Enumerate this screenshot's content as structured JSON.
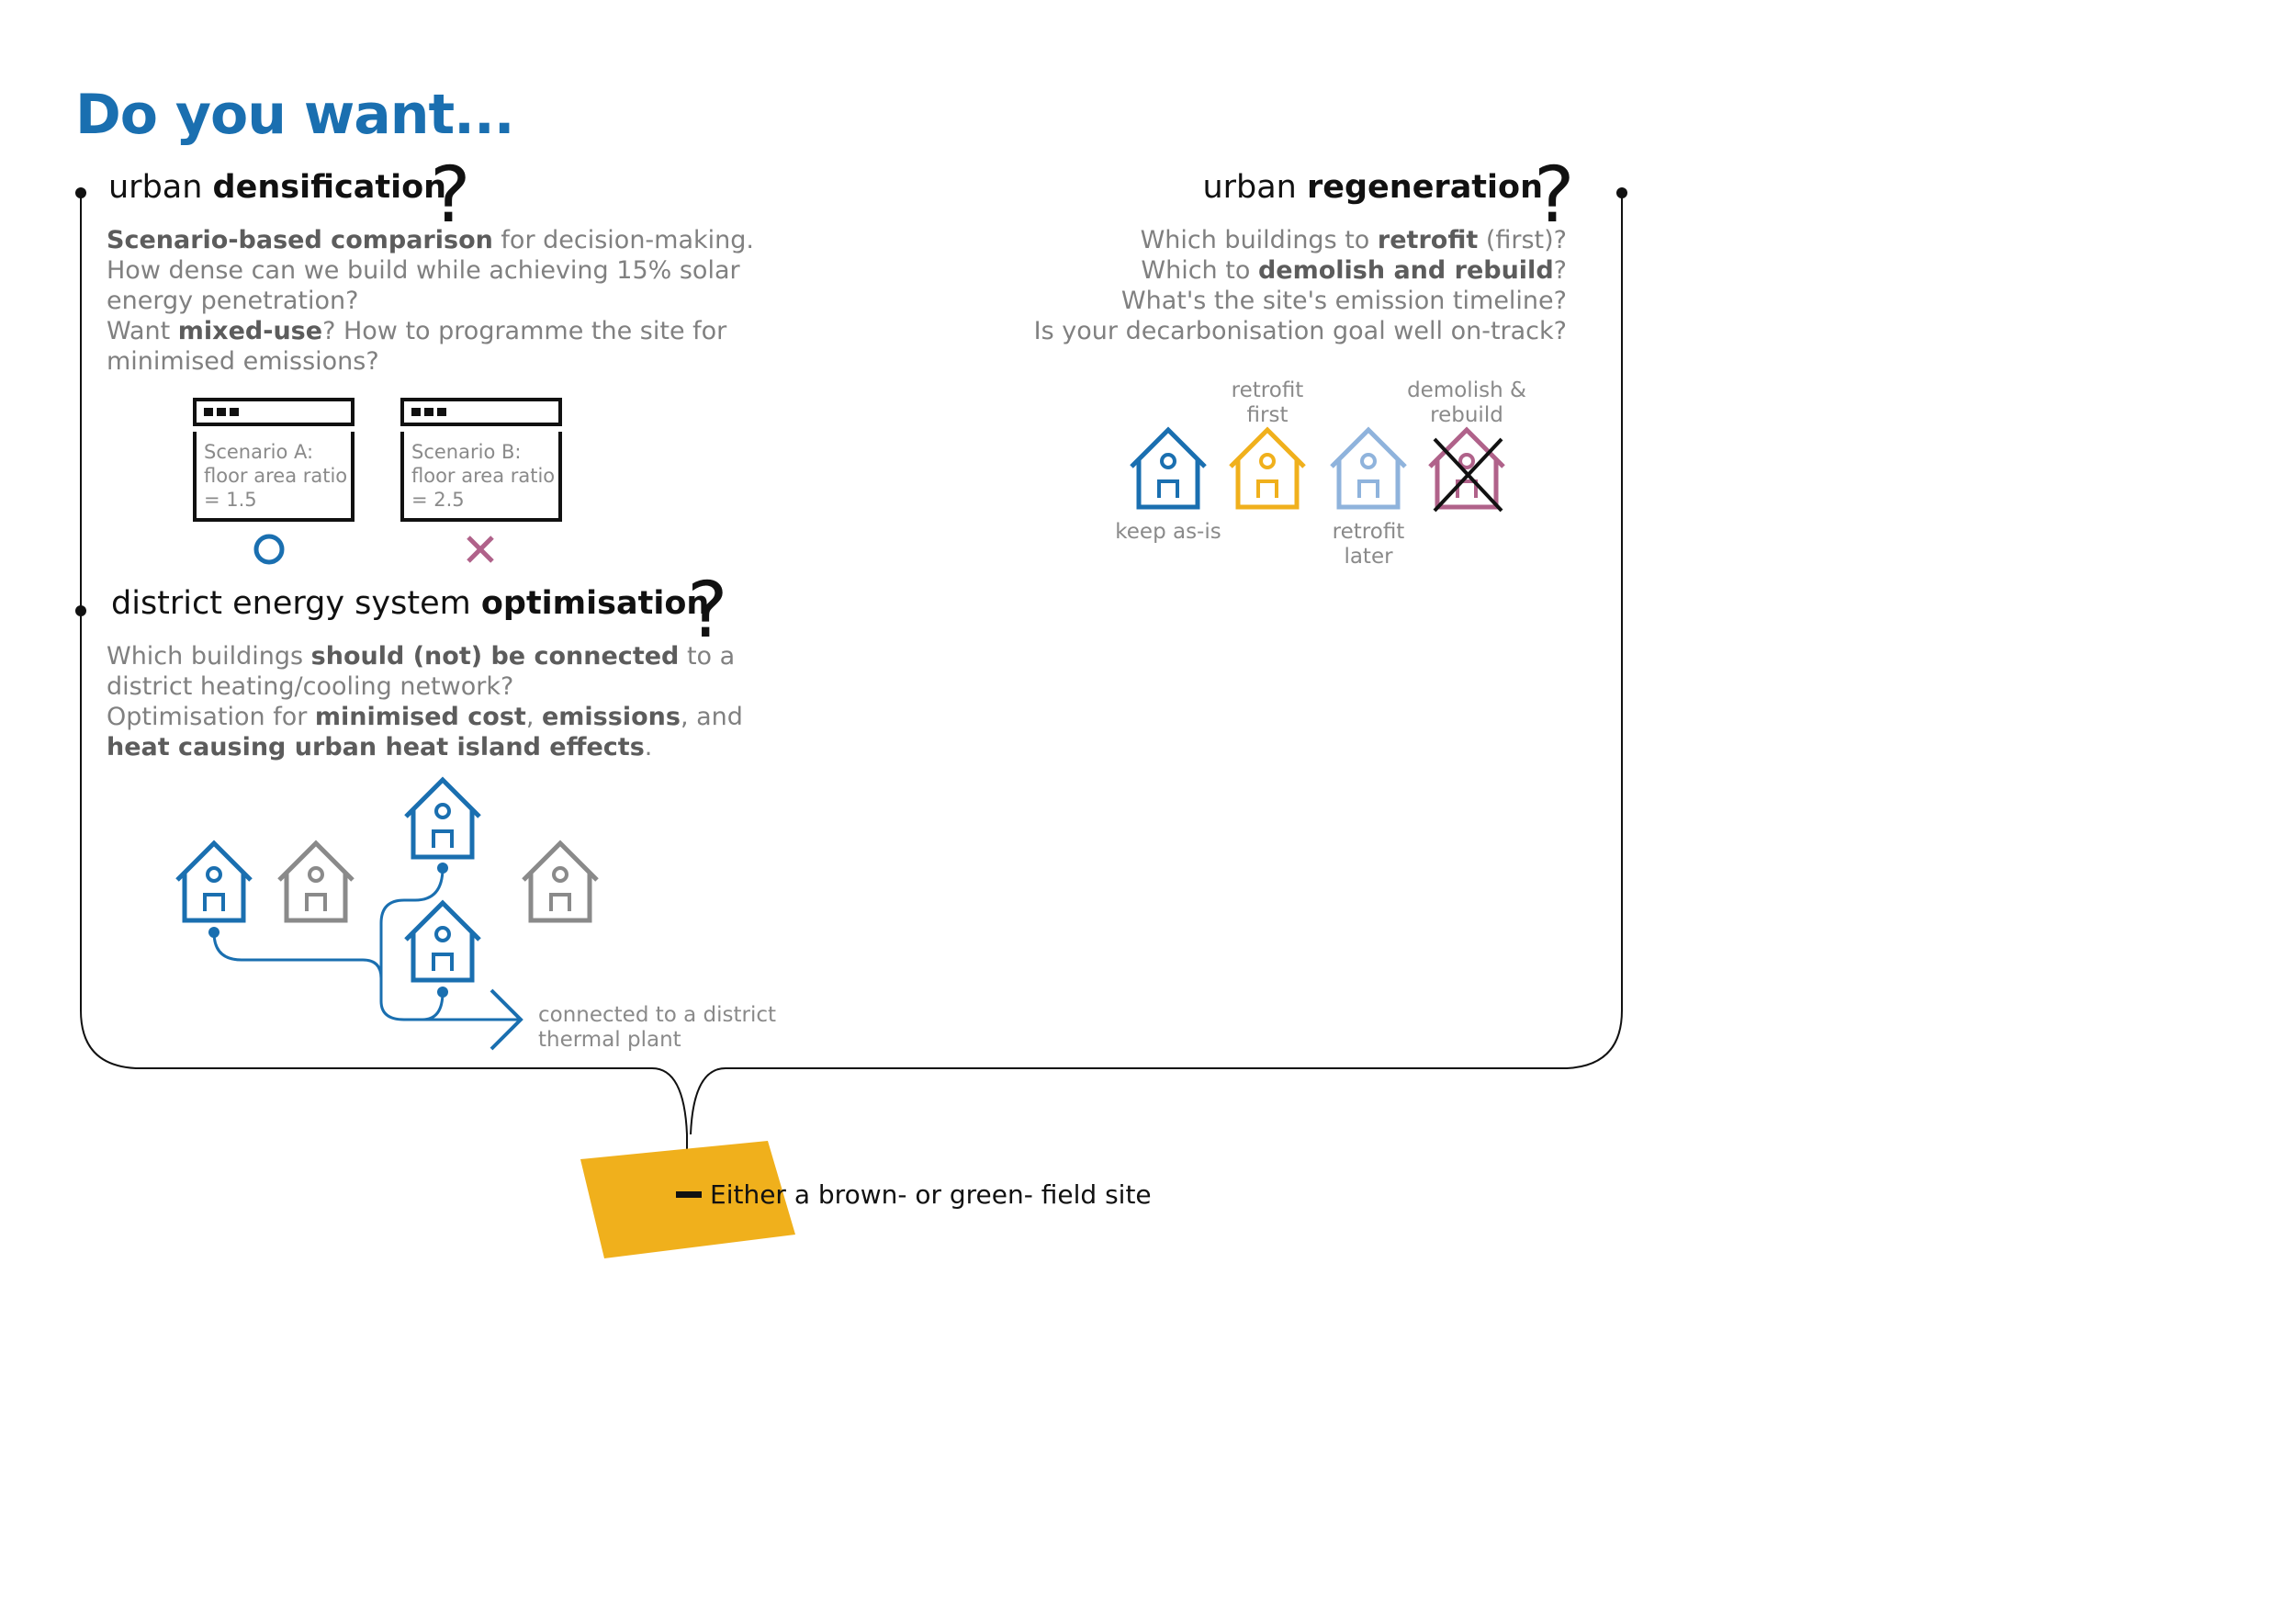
{
  "title": "Do you want...",
  "densification": {
    "heading_normal": "urban ",
    "heading_bold": "densification",
    "qmark": "?",
    "line1_bold": "Scenario-based comparison",
    "line1_rest": " for decision-making.",
    "line2": "How dense can we build while achieving 15% solar",
    "line3": "energy penetration?",
    "line4_a": "Want ",
    "line4_bold": "mixed-use",
    "line4_b": "? How to programme the site for",
    "line5": "minimised emissions?",
    "scenario_a": [
      "Scenario A:",
      "floor area ratio",
      "= 1.5"
    ],
    "scenario_b": [
      "Scenario B:",
      "floor area ratio",
      "= 2.5"
    ]
  },
  "regeneration": {
    "heading_normal": "urban ",
    "heading_bold": "regeneration",
    "qmark": "?",
    "line1_a": "Which buildings to ",
    "line1_bold": "retrofit",
    "line1_b": " (first)?",
    "line2_a": "Which to ",
    "line2_bold": "demolish and rebuild",
    "line2_b": "?",
    "line3": "What's the site's emission timeline?",
    "line4": "Is your decarbonisation goal well on-track?",
    "label_keep": "keep as-is",
    "label_retrofit_first": [
      "retrofit",
      "first"
    ],
    "label_retrofit_later": [
      "retrofit",
      "later"
    ],
    "label_demolish": [
      "demolish &",
      "rebuild"
    ]
  },
  "district": {
    "heading_normal": "district energy system ",
    "heading_bold": "optimisation",
    "qmark": "?",
    "line1_a": "Which buildings ",
    "line1_bold": "should (not) be connected",
    "line1_b": " to a",
    "line2": "district heating/cooling network?",
    "line3_a": "Optimisation for ",
    "line3_bold1": "minimised cost",
    "line3_sep": ", ",
    "line3_bold2": "emissions",
    "line3_b": ", and",
    "line4_bold": "heat causing urban heat island effects",
    "line4_b": ".",
    "plant_label": [
      "connected to  a district",
      "thermal plant"
    ]
  },
  "site_label": "Either a brown- or green- field site",
  "colors": {
    "blue": "#1a6fb0",
    "yellow": "#f0b01c",
    "light_blue": "#8fb3dc",
    "mauve": "#b0628a",
    "grey": "#8a8a8a",
    "black": "#111111"
  },
  "icons": {
    "house": "house-icon",
    "scenario": "browser-window-icon",
    "selected": "circle-icon",
    "rejected": "cross-icon",
    "demolish": "cross-out-icon",
    "question": "question-mark-icon"
  }
}
